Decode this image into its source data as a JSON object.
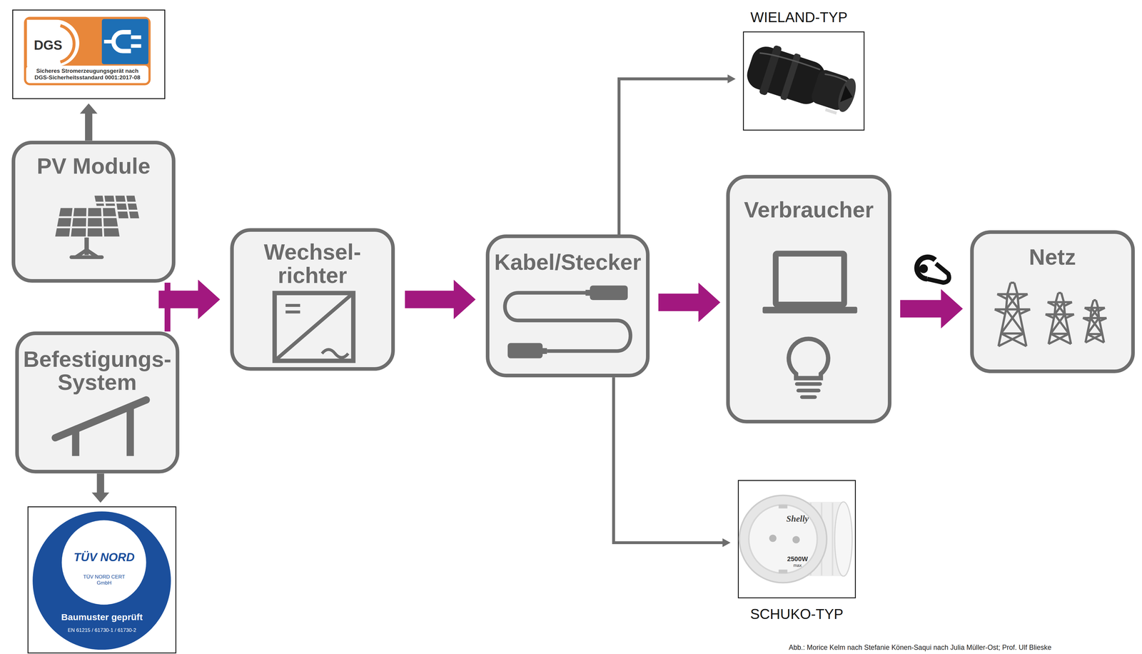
{
  "diagram": {
    "caption": "Abb.: Morice Kelm nach Stefanie Könen-Saqui nach Julia Müller-Ost; Prof. Ulf Blieske",
    "nodes": [
      {
        "text": [
          "DGS",
          "Sicheres Stromerzeugungsgerät nach DGS-Sicherheitsstandard 0001:2017-08"
        ]
      },
      {
        "text": [
          "PV Module"
        ]
      },
      {
        "text": [
          "Befestigungs- System"
        ]
      },
      {
        "text": [
          "TÜV NORD",
          "TÜV NORD CERT GmbH",
          "Baumuster geprüft",
          "EN 61215 / 61730-1 / 61730-2"
        ]
      },
      {
        "text": [
          "Wechsel- richter"
        ]
      },
      {
        "text": [
          "Kabel/Stecker"
        ]
      },
      {
        "text": [
          "WIELAND-TYP"
        ]
      },
      {
        "text": [
          "Verbraucher"
        ]
      },
      {
        "text": [
          "Shelly",
          "2500W",
          "max",
          "SCHUKO-TYP"
        ]
      },
      {
        "text": [
          "Netz"
        ]
      }
    ],
    "edges": [
      {
        "from": 1,
        "to": 0,
        "arrow": "to"
      },
      {
        "from": 1,
        "to": 4,
        "arrow": "to"
      },
      {
        "from": 2,
        "to": 4,
        "arrow": "to"
      },
      {
        "from": 2,
        "to": 3,
        "arrow": "to"
      },
      {
        "from": 4,
        "to": 5,
        "arrow": "to"
      },
      {
        "from": 5,
        "to": 6,
        "arrow": "to"
      },
      {
        "from": 5,
        "to": 7,
        "arrow": "to"
      },
      {
        "from": 5,
        "to": 8,
        "arrow": "to"
      },
      {
        "from": 7,
        "to": 9,
        "arrow": "to"
      }
    ]
  }
}
